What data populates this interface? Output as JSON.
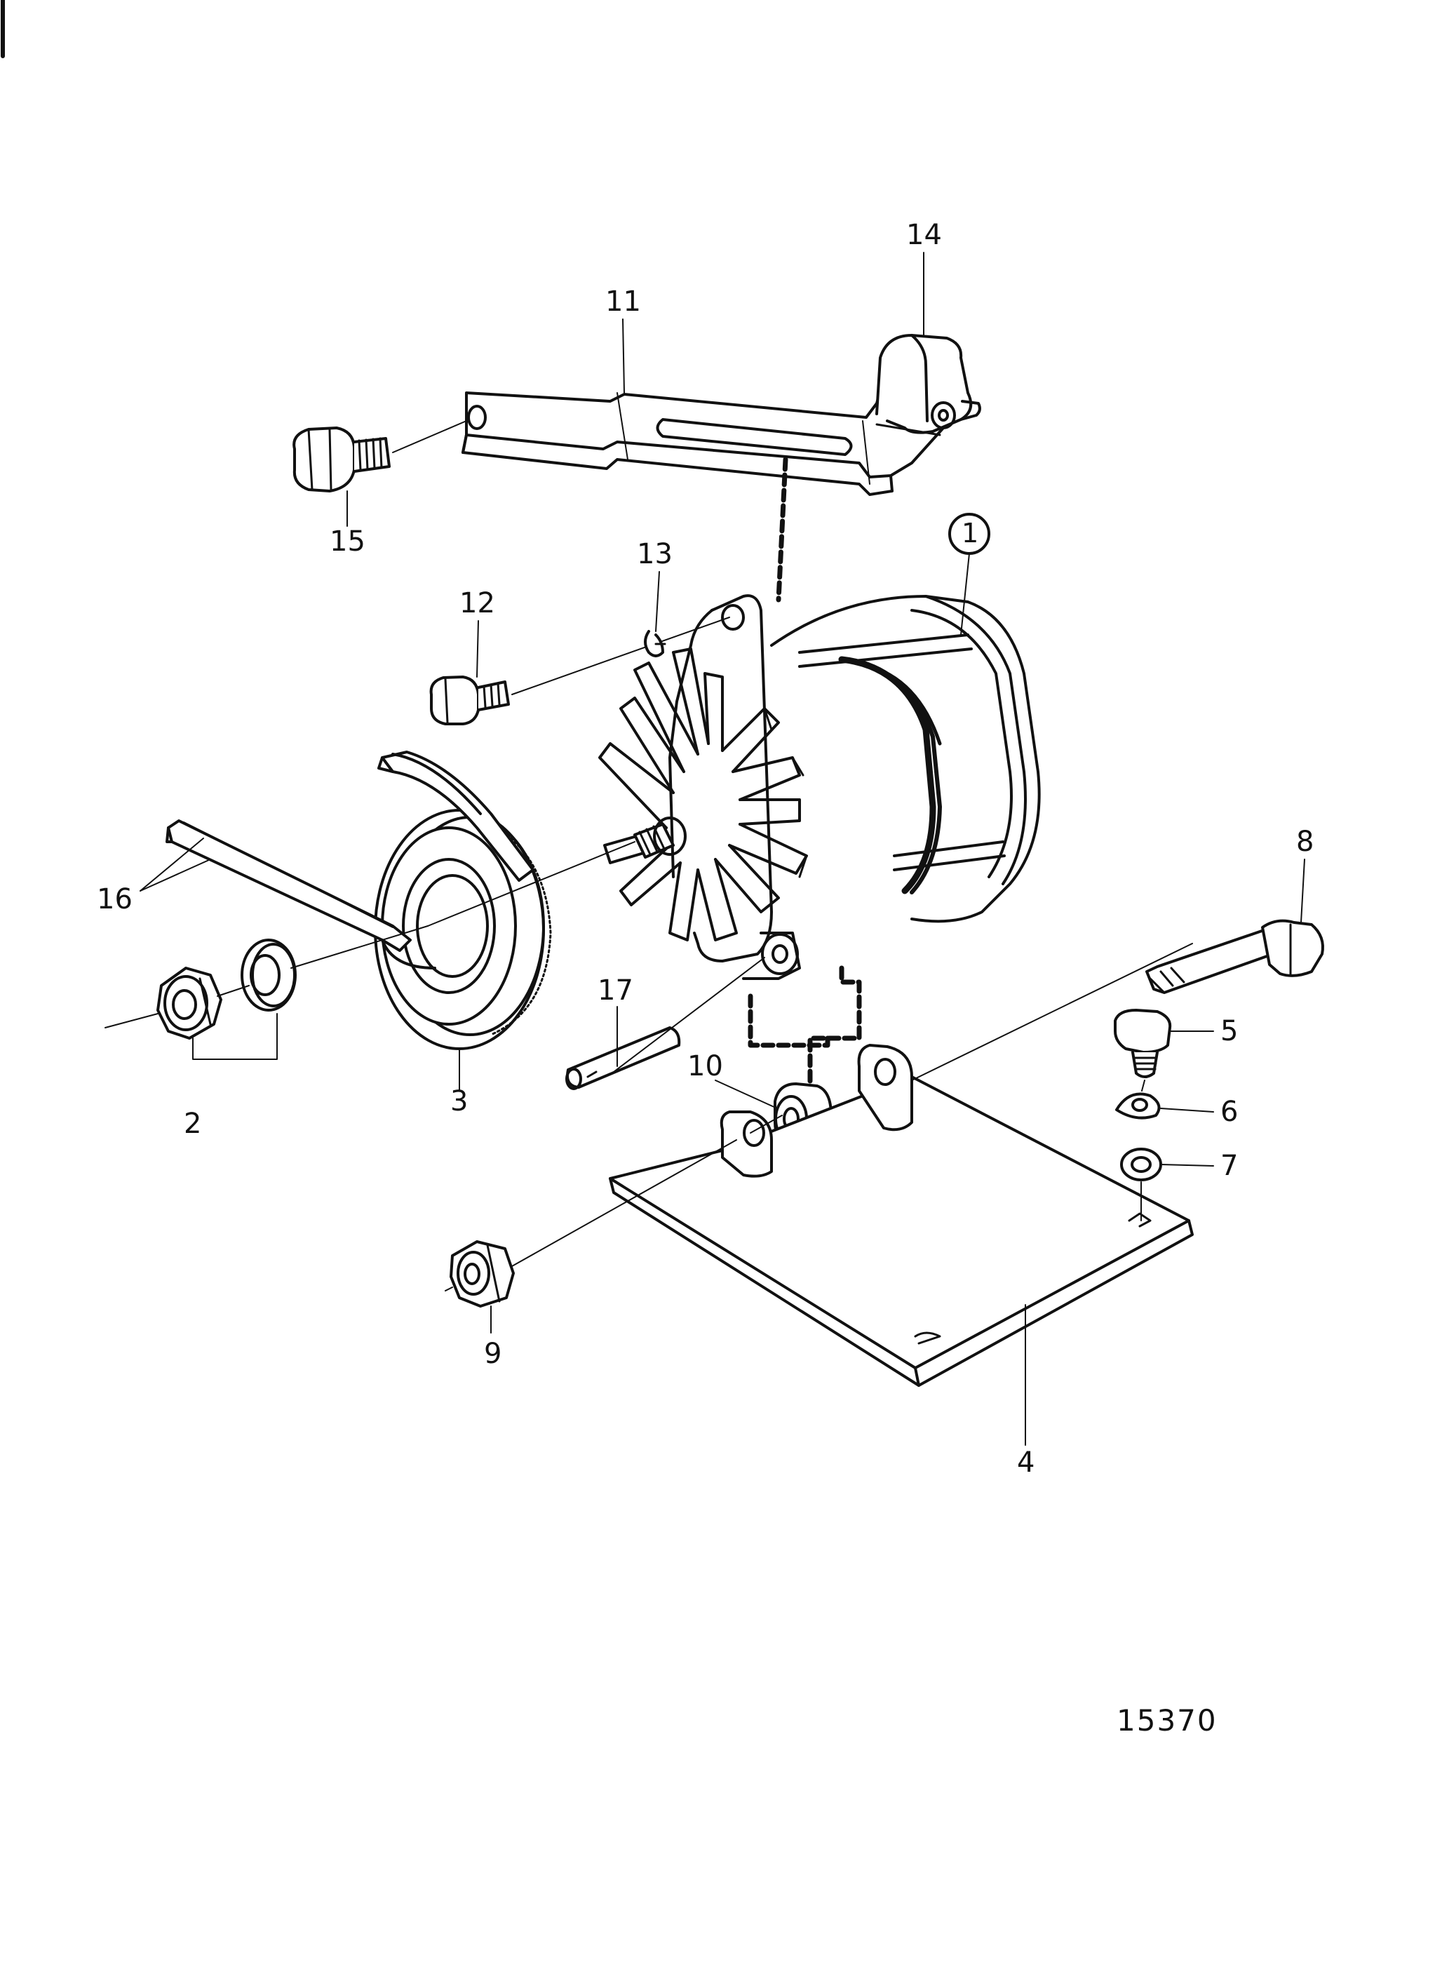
{
  "figure_number": "15370",
  "callouts": {
    "c1": "1",
    "c2": "2",
    "c3": "3",
    "c4": "4",
    "c5": "5",
    "c6": "6",
    "c7": "7",
    "c8": "8",
    "c9": "9",
    "c10": "10",
    "c11": "11",
    "c12": "12",
    "c13": "13",
    "c14": "14",
    "c15": "15",
    "c16": "16",
    "c17": "17"
  },
  "colors": {
    "ink": "#111111",
    "paper": "#ffffff"
  }
}
